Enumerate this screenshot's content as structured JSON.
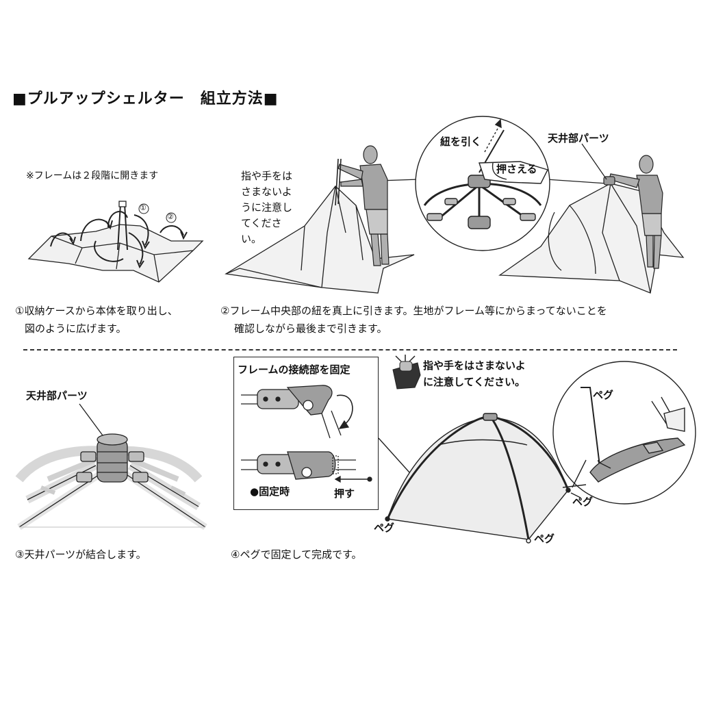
{
  "title": "■プルアップシェルター　組立方法■",
  "step1": {
    "note": "※フレームは２段階に開きます",
    "marker1": "①",
    "marker2": "②",
    "caption_line1": "①収納ケースから本体を取り出し、",
    "caption_line2": "図のように広げます。"
  },
  "step2": {
    "warning_lines": [
      "指や手をは",
      "さまないよ",
      "うに注意し",
      "てくださ",
      "い。"
    ],
    "pull_label": "紐を引く",
    "hold_label": "押さえる",
    "ceiling_label": "天井部パーツ",
    "caption_line1": "②フレーム中央部の紐を真上に引きます。生地がフレーム等にからまってないことを",
    "caption_line2": "確認しながら最後まで引きます。"
  },
  "step3": {
    "ceiling_label": "天井部パーツ",
    "caption": "③天井パーツが結合します。"
  },
  "step4": {
    "inset_title": "フレームの接続部を固定",
    "locked_label": "●固定時",
    "push_label": "押す",
    "warning_line1": "指や手をはさまないよ",
    "warning_line2": "に注意してください。",
    "peg_label_circle": "ペグ",
    "peg_label_right": "ペグ",
    "peg_label_left": "ペグ",
    "peg_label_bottom": "ペグ",
    "caption": "④ペグで固定して完成です。"
  }
}
